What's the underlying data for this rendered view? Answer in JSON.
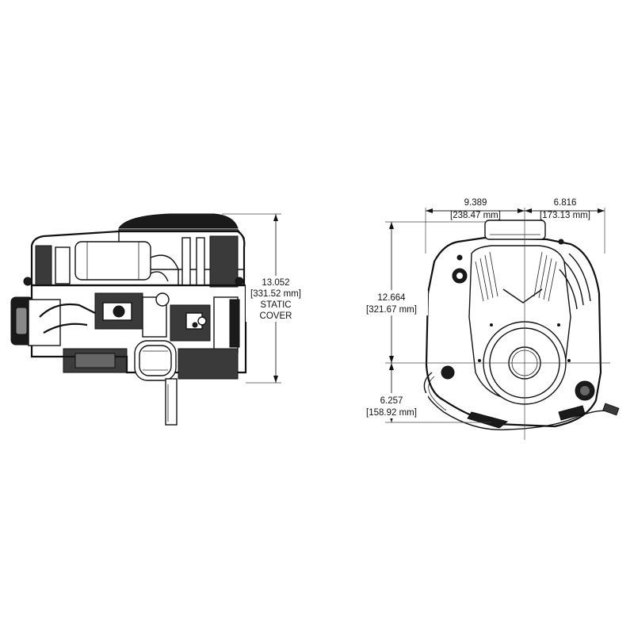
{
  "dimensions": {
    "height_side": {
      "inches": "13.052",
      "mm": "[331.52 mm]",
      "note_line1": "STATIC",
      "note_line2": "COVER"
    },
    "width_left": {
      "inches": "9.389",
      "mm": "[238.47 mm]"
    },
    "width_right": {
      "inches": "6.816",
      "mm": "[173.13 mm]"
    },
    "height_upper": {
      "inches": "12.664",
      "mm": "[321.67 mm]"
    },
    "height_lower": {
      "inches": "6.257",
      "mm": "[158.92 mm]"
    }
  }
}
